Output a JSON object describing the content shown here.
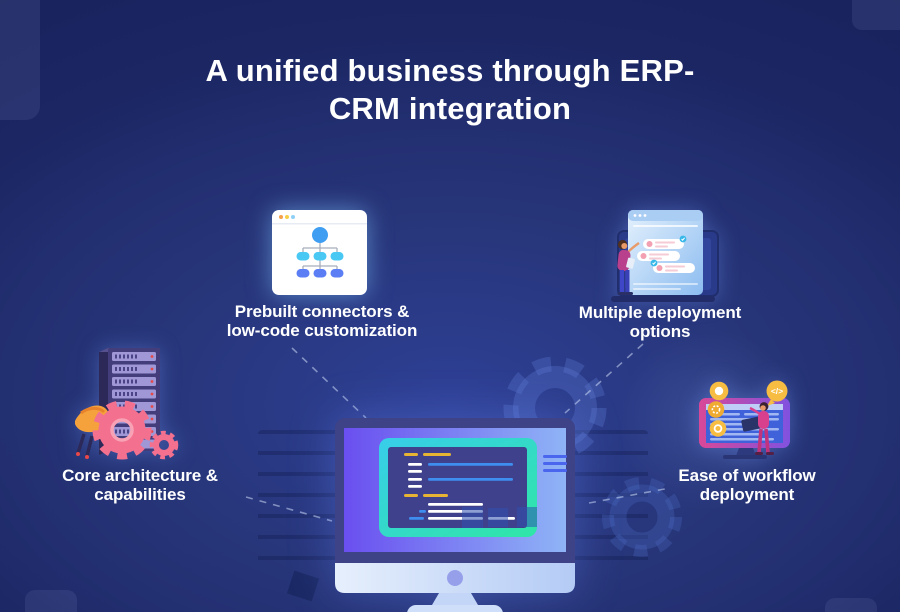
{
  "header": {
    "title_line1": "A unified business through ERP-",
    "title_line2": "CRM integration"
  },
  "items": [
    {
      "id": "prebuilt-connectors",
      "icon": "browser-flowchart-icon",
      "label_line1": "Prebuilt connectors &",
      "label_line2": "low-code customization"
    },
    {
      "id": "multiple-deployment",
      "icon": "deployment-checklist-icon",
      "label_line1": "Multiple deployment",
      "label_line2": "options"
    },
    {
      "id": "core-architecture",
      "icon": "server-gears-icon",
      "label_line1": "Core architecture &",
      "label_line2": "capabilities"
    },
    {
      "id": "ease-of-workflow",
      "icon": "workflow-monitor-icon",
      "label_line1": "Ease of workflow",
      "label_line2": "deployment"
    }
  ],
  "center": {
    "icon": "desktop-code-monitor",
    "code_glyph": "</>"
  },
  "colors": {
    "background_navy": "#141d4e",
    "background_blue": "#2e4096",
    "accent_teal": "#2fe0a8",
    "accent_purple": "#6a4ff0",
    "accent_yellow": "#e8b433",
    "accent_blue": "#3e8ef0",
    "accent_pink": "#f4708f",
    "accent_magenta": "#c8418e",
    "accent_gold": "#f5bd42",
    "text_white": "#ffffff"
  }
}
